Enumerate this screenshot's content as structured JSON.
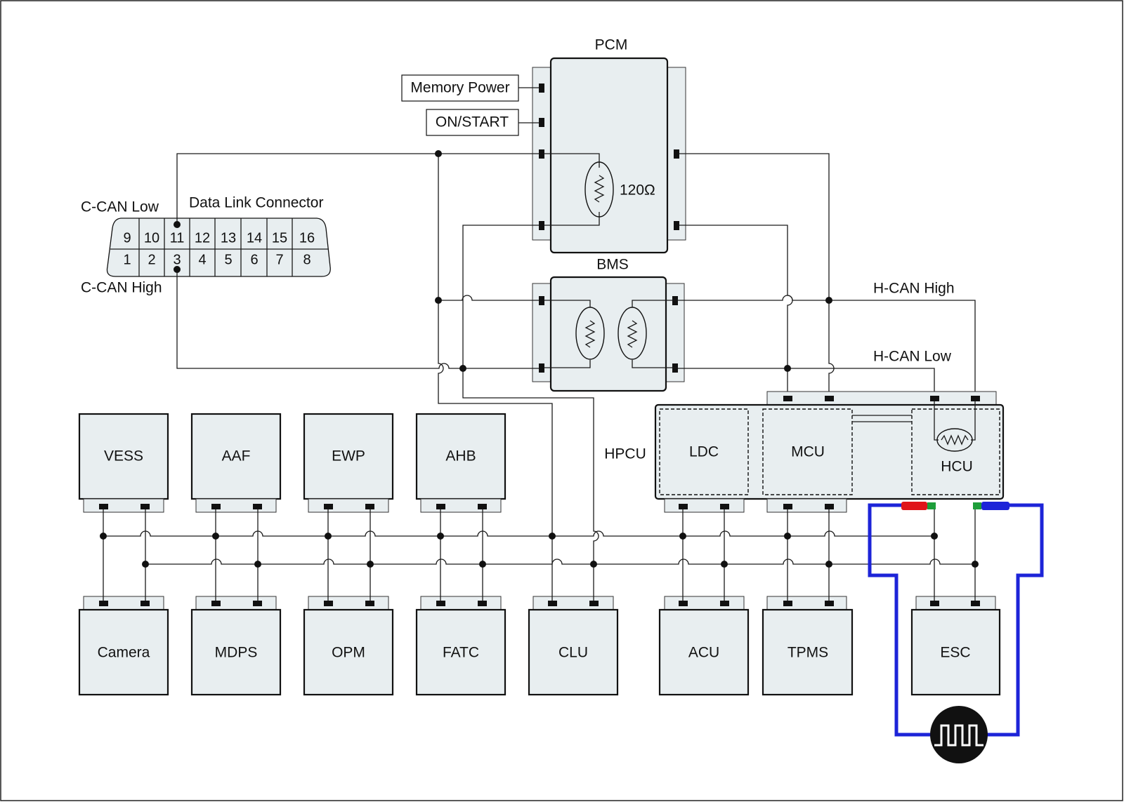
{
  "pcm": {
    "label": "PCM",
    "resistor": "120Ω"
  },
  "bms": {
    "label": "BMS"
  },
  "inputs": {
    "memory_power": "Memory Power",
    "on_start": "ON/START"
  },
  "dlc": {
    "title": "Data Link Connector",
    "c_can_low": "C-CAN Low",
    "c_can_high": "C-CAN High",
    "top_pins": [
      "9",
      "10",
      "11",
      "12",
      "13",
      "14",
      "15",
      "16"
    ],
    "bottom_pins": [
      "1",
      "2",
      "3",
      "4",
      "5",
      "6",
      "7",
      "8"
    ]
  },
  "h_can": {
    "high": "H-CAN High",
    "low": "H-CAN Low"
  },
  "hpcu": {
    "label": "HPCU",
    "ldc": "LDC",
    "mcu": "MCU",
    "hcu": "HCU"
  },
  "top_modules": [
    "VESS",
    "AAF",
    "EWP",
    "AHB"
  ],
  "bottom_modules": [
    "Camera",
    "MDPS",
    "OPM",
    "FATC",
    "CLU",
    "ACU",
    "TPMS",
    "ESC"
  ],
  "colors": {
    "probe": "#1d24d8",
    "red_tip": "#e0141a",
    "green_tip": "#1e9e3a",
    "blue_tip": "#1d24d8"
  },
  "icons": {
    "scope": "oscilloscope-icon"
  }
}
